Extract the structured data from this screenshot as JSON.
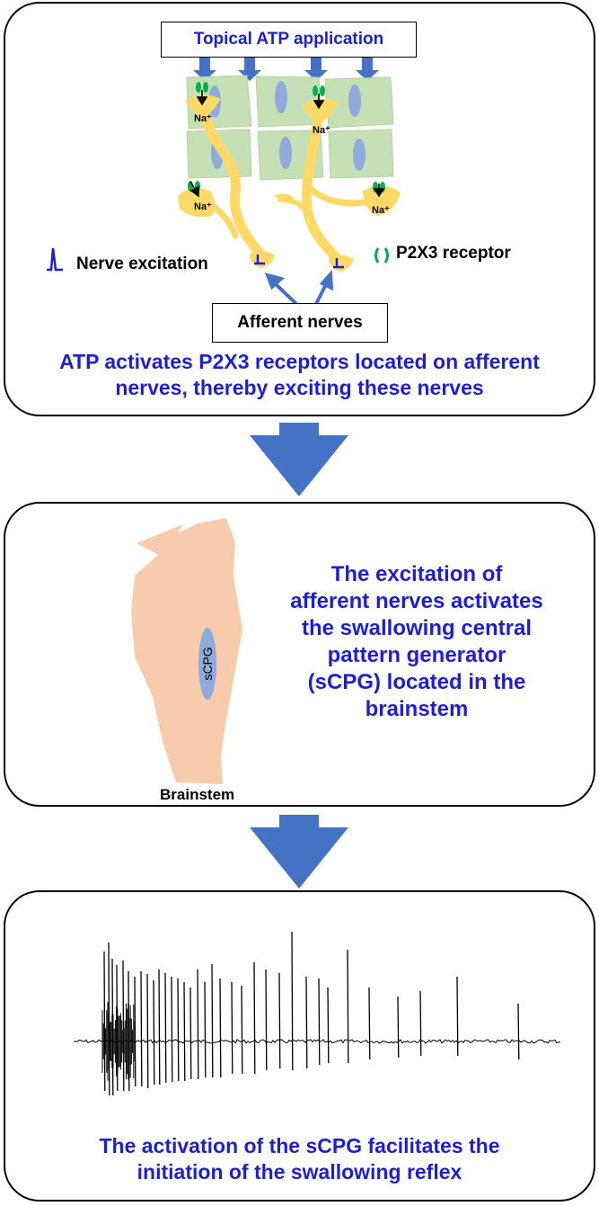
{
  "panel1": {
    "atp_box": "Topical ATP application",
    "afferent_box": "Afferent nerves",
    "nerve_excitation_label": "Nerve excitation",
    "receptor_label": "P2X3 receptor",
    "na_label": "Na⁺",
    "caption_line1": "ATP activates P2X3 receptors located on afferent",
    "caption_line2": "nerves, thereby exciting these nerves"
  },
  "panel2": {
    "scpg_label": "sCPG",
    "brainstem_label": "Brainstem",
    "caption_lines": [
      "The excitation of",
      "afferent nerves activates",
      "the swallowing central",
      "pattern generator",
      "(sCPG) located in the",
      "brainstem"
    ]
  },
  "panel3": {
    "caption_line1": "The activation of the sCPG facilitates the",
    "caption_line2": "initiation of the swallowing reflex"
  },
  "colors": {
    "caption_blue": "#1f1fd2",
    "arrow_blue": "#4472c4",
    "cell_green": "#c5e0b4",
    "nucleus_blue": "#8faadc",
    "nerve_yellow": "#ffd966",
    "receptor_green": "#00b050",
    "brainstem_peach": "#f8cbad"
  }
}
